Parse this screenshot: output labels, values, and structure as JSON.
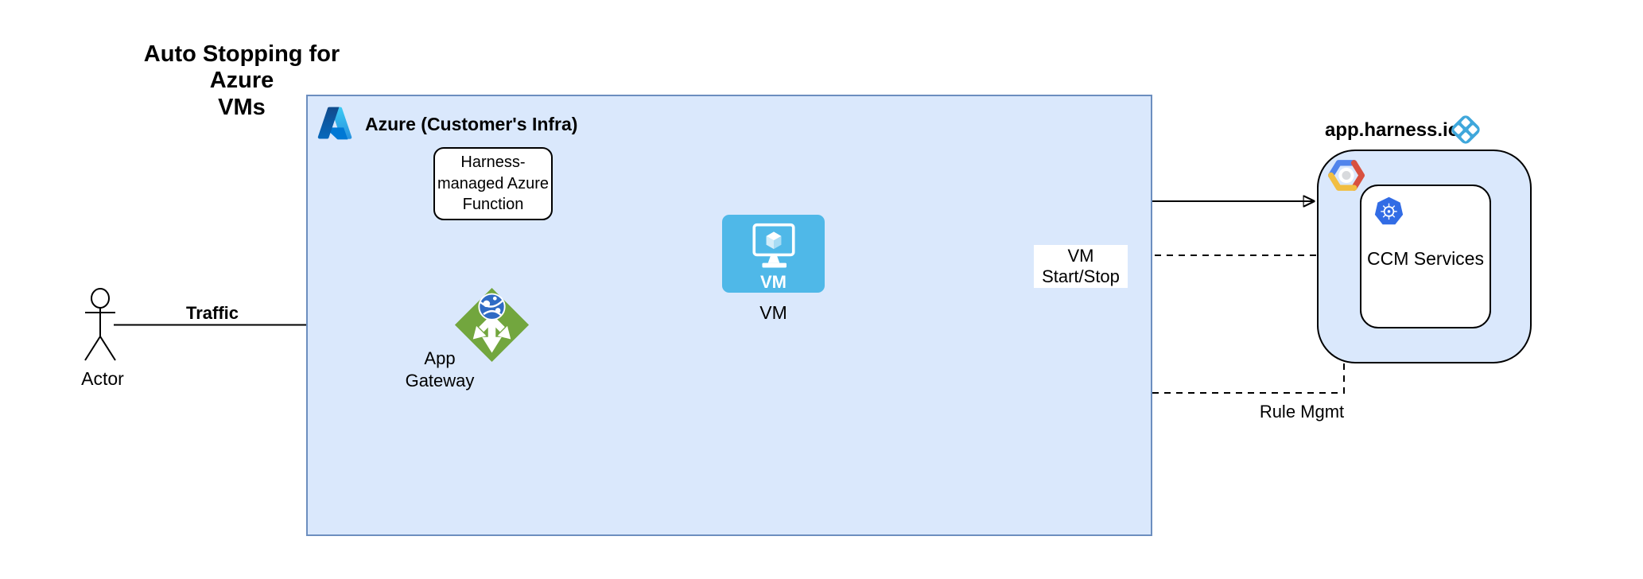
{
  "title": {
    "line1": "Auto Stopping for Azure",
    "line2": "VMs"
  },
  "azure_group": {
    "label": "Azure (Customer's Infra)"
  },
  "function_node": {
    "line1": "Harness-",
    "line2": "managed Azure",
    "line3": "Function"
  },
  "vm_node": {
    "icon_text": "VM",
    "label": "VM"
  },
  "gateway_node": {
    "line1": "App",
    "line2": "Gateway"
  },
  "actor_node": {
    "label": "Actor"
  },
  "harness_group": {
    "label": "app.harness.io"
  },
  "ccm_node": {
    "label": "CCM Services"
  },
  "edges": {
    "traffic": "Traffic",
    "vm_start_stop": "VM Start/Stop",
    "rule_mgmt": "Rule Mgmt"
  },
  "colors": {
    "group_fill": "#dae8fc",
    "azure_group_border": "#6c8ebf",
    "harness_group_border": "#000000",
    "vm_node_fill": "#4fb8e8",
    "gateway_green": "#72a63e",
    "kubernetes_blue": "#326ce5",
    "harness_logo_blue": "#3fa7db",
    "gcp_blue": "#5084ec",
    "gcp_red": "#d85140",
    "gcp_yellow": "#f1be42",
    "connector_black": "#000000"
  }
}
